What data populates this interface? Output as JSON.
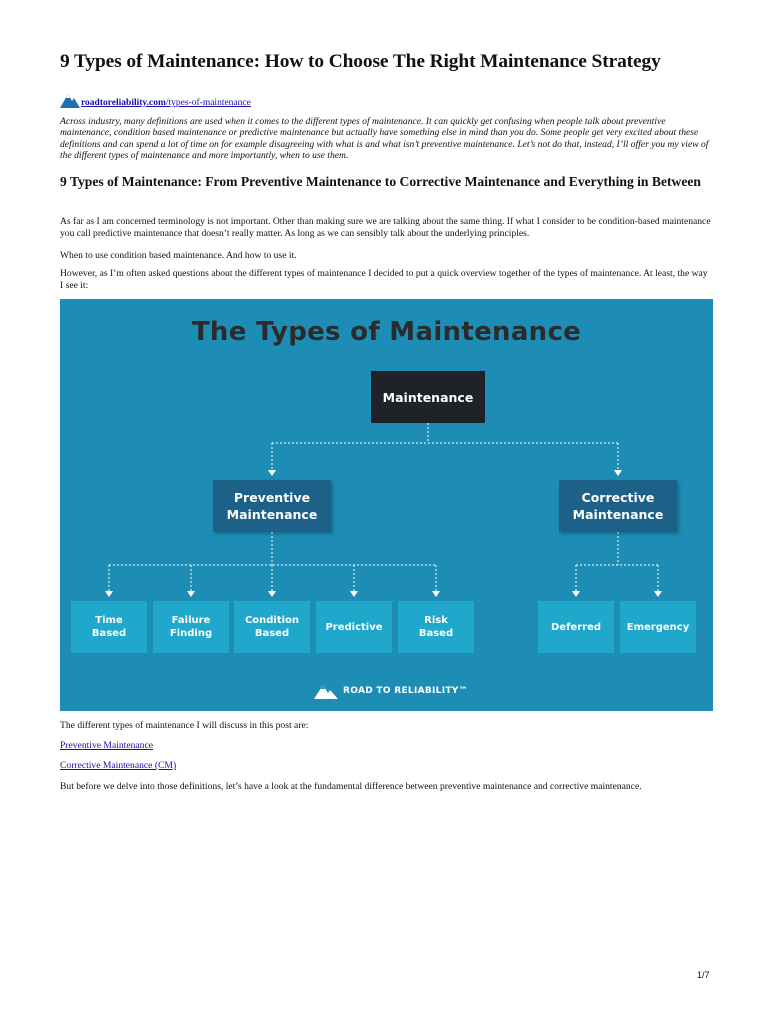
{
  "title": "9 Types of Maintenance: How to Choose The Right Maintenance Strategy",
  "source": {
    "domain": "roadtoreliability.com",
    "path": "/types-of-maintenance"
  },
  "intro": "Across industry, many definitions are used when it comes to the different types of maintenance. It can quickly get confusing when people talk about preventive maintenance, condition based maintenance or predictive maintenance but actually have something else in mind than you do. Some people get very excited about these definitions and can spend a lot of time on for example disagreeing with what is and what isn’t preventive maintenance. Let’s not do that, instead, I’ll offer you my view of the different types of maintenance and more importantly, when to use them.",
  "section_heading": "9 Types of Maintenance: From Preventive Maintenance to Corrective Maintenance and Everything in Between",
  "paragraphs": [
    "As far as I am concerned terminology is not important. Other than making sure we are talking about the same thing. If what I consider to be condition-based maintenance you call predictive maintenance that doesn’t really matter. As long as we can sensibly talk about the underlying principles.",
    "When to use condition based maintenance. And how to use it.",
    "However, as I’m often asked questions about the different types of maintenance I decided to put a quick overview together of the types of maintenance. At least, the way I see it:"
  ],
  "diagram": {
    "title": "The Types of Maintenance",
    "root": "Maintenance",
    "preventive": {
      "line1": "Preventive",
      "line2": "Maintenance"
    },
    "corrective": {
      "line1": "Corrective",
      "line2": "Maintenance"
    },
    "preventive_children": [
      {
        "line1": "Time",
        "line2": "Based"
      },
      {
        "line1": "Failure",
        "line2": "Finding"
      },
      {
        "line1": "Condition",
        "line2": "Based"
      },
      {
        "line1": "Predictive",
        "line2": ""
      },
      {
        "line1": "Risk",
        "line2": "Based"
      }
    ],
    "corrective_children": [
      {
        "line1": "Deferred",
        "line2": ""
      },
      {
        "line1": "Emergency",
        "line2": ""
      }
    ],
    "brand": "ROAD TO RELIABILITY™",
    "colors": {
      "background": "#1d8db6",
      "root": "#1f2327",
      "mid": "#1d6189",
      "leaf": "#1fa7cc"
    }
  },
  "after_figure": "The different types of maintenance I will discuss in this post are:",
  "links": [
    "Preventive Maintenance",
    "Corrective Maintenance (CM)"
  ],
  "closing": "But before we delve into those definitions, let’s have a look at the fundamental difference between preventive maintenance and corrective maintenance.",
  "page_number": "1/7"
}
